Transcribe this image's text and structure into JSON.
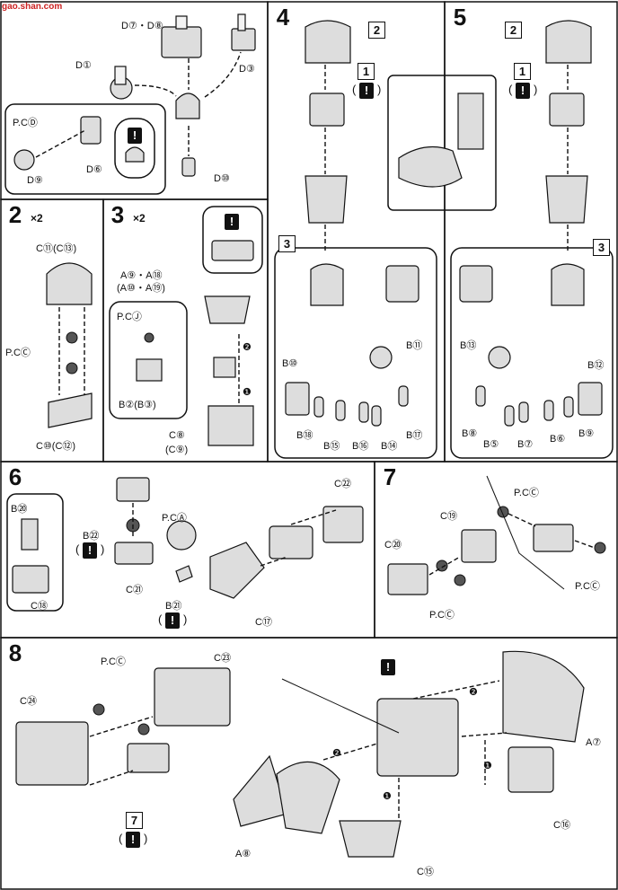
{
  "logo": {
    "text": "gao.shan.com"
  },
  "panels": {
    "p1": {
      "labels": [
        "D⑦・D⑧",
        "D①",
        "D③",
        "P.CⒹ",
        "D⑥",
        "D⑨",
        "D⑩"
      ]
    },
    "p2": {
      "step": "2",
      "mult": "×2",
      "labels": [
        "C⑪(C⑬)",
        "P.CⒸ",
        "C⑩(C⑫)"
      ]
    },
    "p3": {
      "step": "3",
      "mult": "×2",
      "labels": [
        "A⑨・A⑱",
        "(A⑩・A⑲)",
        "P.CⒿ",
        "B②(B③)",
        "C⑧",
        "(C⑨)",
        "❷",
        "❶"
      ]
    },
    "p4": {
      "step": "4",
      "boxes": [
        "2",
        "1",
        "3"
      ],
      "labels": [
        "B⑪",
        "B⑩",
        "B⑱",
        "B⑮",
        "B⑯",
        "B⑭",
        "B⑰"
      ]
    },
    "p5": {
      "step": "5",
      "boxes": [
        "2",
        "1",
        "3"
      ],
      "labels": [
        "B⑬",
        "B⑫",
        "B⑧",
        "B⑤",
        "B⑦",
        "B⑥",
        "B⑨"
      ]
    },
    "p6": {
      "step": "6",
      "labels": [
        "B⑳",
        "C⑱",
        "P.CⒶ",
        "B㉒",
        "C㉑",
        "B㉑",
        "C㉒",
        "C⑰"
      ]
    },
    "p7": {
      "step": "7",
      "labels": [
        "P.CⒸ",
        "C⑲",
        "C⑳",
        "P.CⒸ",
        "P.CⒸ"
      ]
    },
    "p8": {
      "step": "8",
      "labels": [
        "P.CⒸ",
        "C㉓",
        "C㉔",
        "A⑦",
        "A⑧",
        "C⑯",
        "C⑮",
        "❷",
        "❷",
        "❶",
        "❶"
      ],
      "box": "7"
    },
    "warn_mark": "!"
  }
}
